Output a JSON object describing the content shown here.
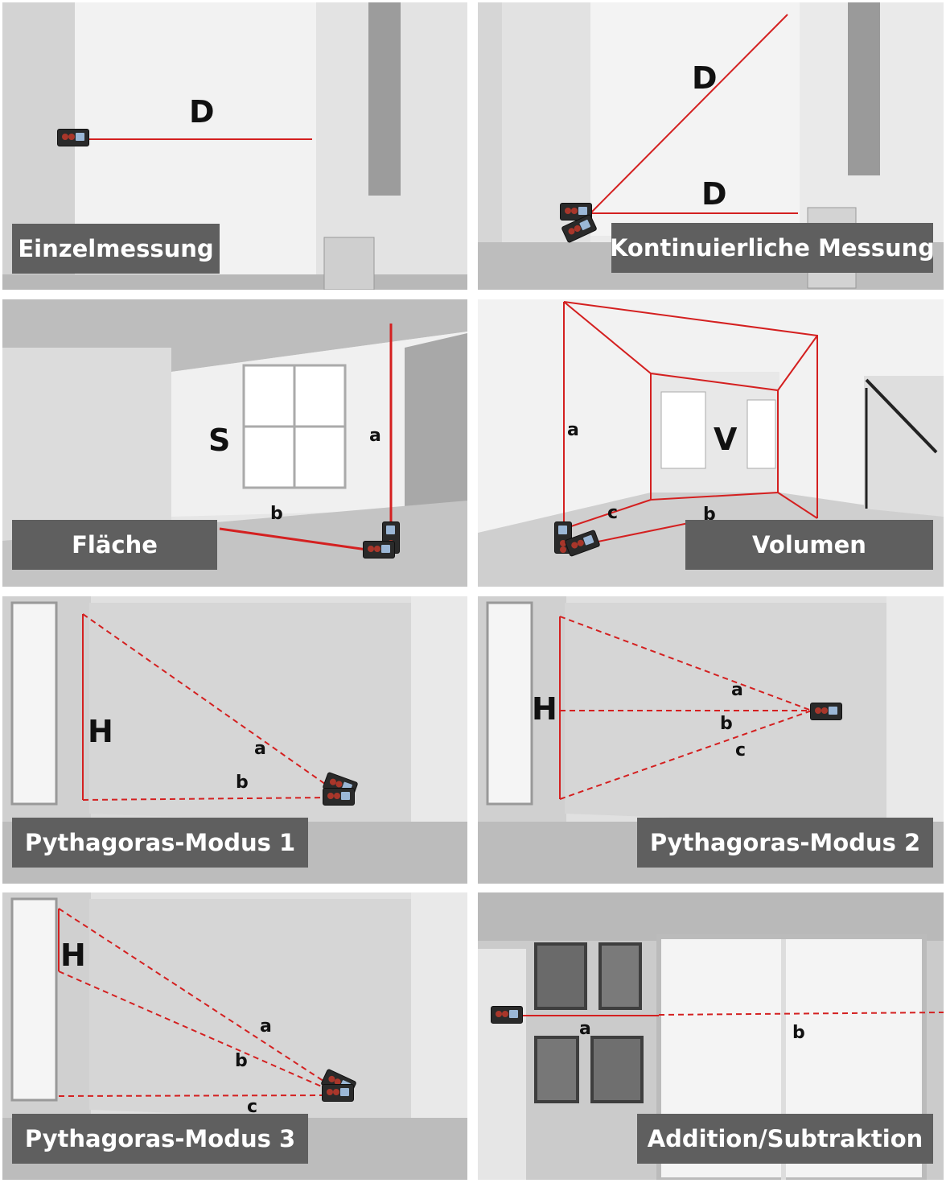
{
  "panels": [
    {
      "caption": "Einzelmessung",
      "labels": [
        "D"
      ]
    },
    {
      "caption": "Kontinuierliche Messung",
      "labels": [
        "D",
        "D"
      ]
    },
    {
      "caption": "Fläche",
      "labels": [
        "S",
        "a",
        "b"
      ]
    },
    {
      "caption": "Volumen",
      "labels": [
        "a",
        "c",
        "V",
        "b"
      ]
    },
    {
      "caption": "Pythagoras-Modus 1",
      "labels": [
        "H",
        "a",
        "b"
      ]
    },
    {
      "caption": "Pythagoras-Modus 2",
      "labels": [
        "H",
        "a",
        "b",
        "c"
      ]
    },
    {
      "caption": "Pythagoras-Modus 3",
      "labels": [
        "H",
        "a",
        "b",
        "c"
      ]
    },
    {
      "caption": "Addition/Subtraktion",
      "labels": [
        "a",
        "b"
      ]
    }
  ],
  "colors": {
    "laser": "#d42020",
    "caption_bg": "#5f5f5f",
    "caption_text": "#ffffff"
  },
  "icons": [
    "laser-distance-meter-icon"
  ]
}
